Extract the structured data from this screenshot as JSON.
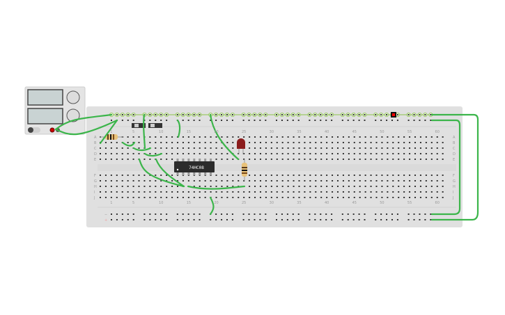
{
  "chip": {
    "label": "74HC08"
  },
  "breadboard": {
    "columns": 63,
    "column_labels": [
      "1",
      "5",
      "10",
      "15",
      "20",
      "25",
      "30",
      "35",
      "40",
      "45",
      "50",
      "55",
      "60"
    ],
    "row_labels_top": [
      "A",
      "B",
      "C",
      "D",
      "E"
    ],
    "row_labels_bottom": [
      "F",
      "G",
      "H",
      "I",
      "J"
    ],
    "rail_minus": "−",
    "rail_plus": "+"
  },
  "colors": {
    "wire": "#3bb54a",
    "board": "#e0e0e0",
    "led": "#8b1c1c",
    "indicator": "#ff0000",
    "rail_active": "#8bc34a"
  }
}
